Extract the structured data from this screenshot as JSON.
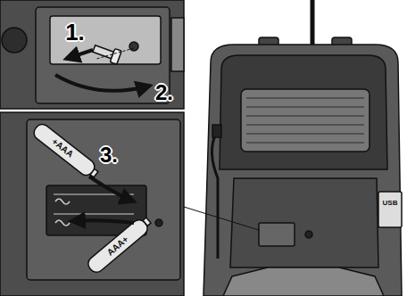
{
  "diagram": {
    "labels": [
      "1.",
      "2.",
      "3.",
      "+AAA",
      "AAA+",
      "USB"
    ]
  }
}
